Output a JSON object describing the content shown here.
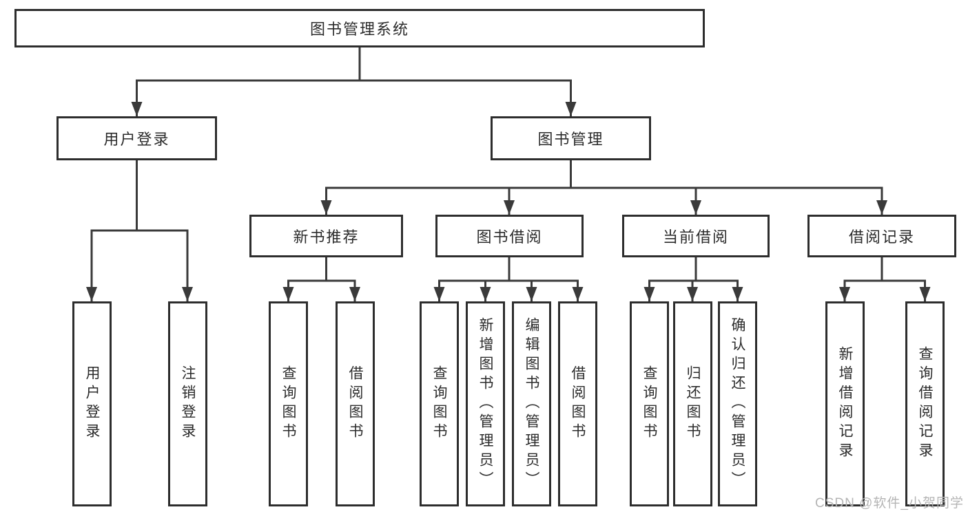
{
  "colors": {
    "line": "#3a3a3a",
    "box_border": "#2d2d2d",
    "text": "#2b2b2b",
    "watermark": "#b5b5b5",
    "background": "#ffffff"
  },
  "diagram_type": "hierarchy-tree",
  "root": {
    "label": "图书管理系统"
  },
  "level2": [
    {
      "label": "用户登录"
    },
    {
      "label": "图书管理"
    }
  ],
  "level3": [
    {
      "label": "新书推荐"
    },
    {
      "label": "图书借阅"
    },
    {
      "label": "当前借阅"
    },
    {
      "label": "借阅记录"
    }
  ],
  "leaves": [
    {
      "label": "用户登录",
      "parent": "用户登录"
    },
    {
      "label": "注销登录",
      "parent": "用户登录"
    },
    {
      "label": "查询图书",
      "parent": "新书推荐"
    },
    {
      "label": "借阅图书",
      "parent": "新书推荐"
    },
    {
      "label": "查询图书",
      "parent": "图书借阅"
    },
    {
      "label": "新增图书（管理员）",
      "parent": "图书借阅"
    },
    {
      "label": "编辑图书（管理员）",
      "parent": "图书借阅"
    },
    {
      "label": "借阅图书",
      "parent": "图书借阅"
    },
    {
      "label": "查询图书",
      "parent": "当前借阅"
    },
    {
      "label": "归还图书",
      "parent": "当前借阅"
    },
    {
      "label": "确认归还（管理员）",
      "parent": "当前借阅"
    },
    {
      "label": "新增借阅记录",
      "parent": "借阅记录"
    },
    {
      "label": "查询借阅记录",
      "parent": "借阅记录"
    }
  ],
  "watermark": {
    "text": "CSDN @软件_小贺同学"
  }
}
